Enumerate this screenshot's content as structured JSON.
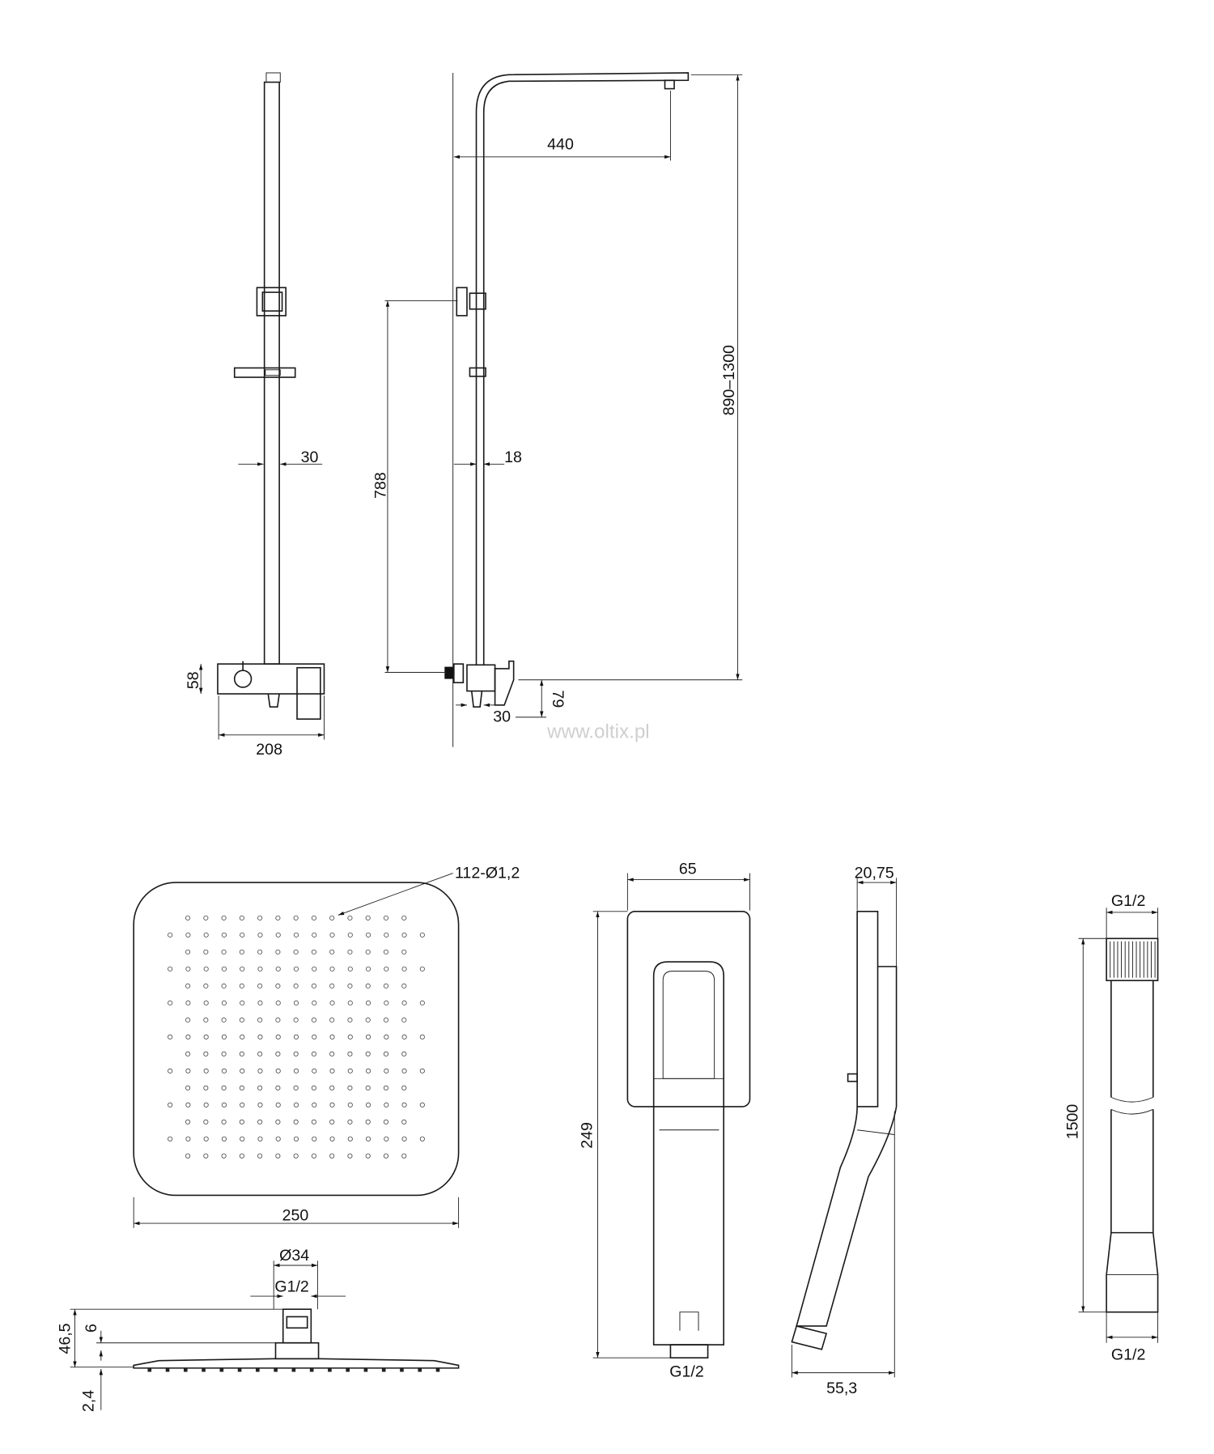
{
  "watermark": "www.oltix.pl",
  "front_view": {
    "bar_width": "30",
    "mixer_height": "58",
    "mixer_width": "208"
  },
  "side_view": {
    "arm_reach": "440",
    "total_height": "890–1300",
    "bracket_height": "788",
    "pipe_diameter": "18",
    "mixer_depth": "30",
    "mixer_offset": "79"
  },
  "overhead_shower": {
    "nozzles": "112-Ø1,2",
    "width": "250",
    "connector_diameter": "Ø34",
    "thread": "G1/2",
    "height_total": "46,5",
    "connector_gap": "6",
    "plate_thickness": "2,4"
  },
  "hand_shower": {
    "width": "65",
    "length": "249",
    "thread": "G1/2",
    "head_depth": "20,75",
    "side_depth": "55,3"
  },
  "hose": {
    "top_thread": "G1/2",
    "length": "1500",
    "bottom_thread": "G1/2"
  }
}
